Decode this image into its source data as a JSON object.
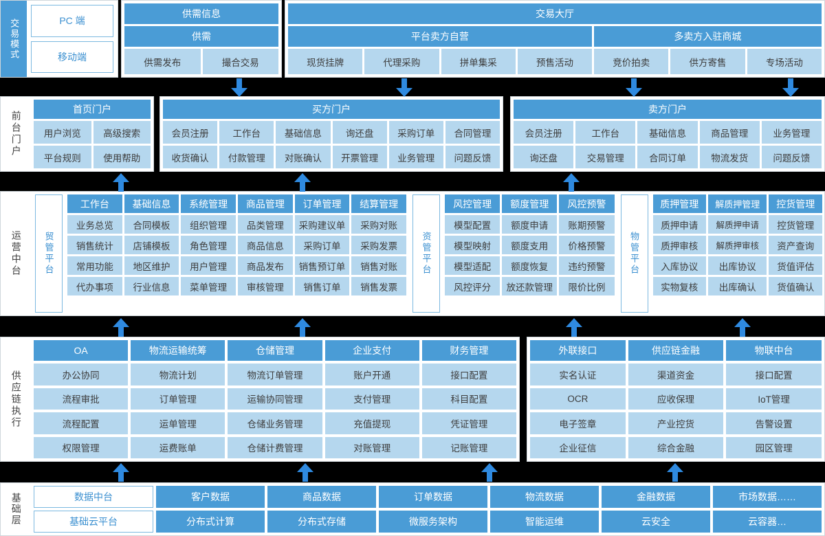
{
  "colors": {
    "header_blue": "#4a9cd6",
    "cell_blue": "#b5d7ee",
    "arrow_blue": "#2f8ae0",
    "label_text": "#3f3f3f"
  },
  "row_trade_mode": {
    "side_label": "交易模式",
    "devices": [
      "PC 端",
      "移动端"
    ],
    "supply_demand": {
      "title": "供需信息",
      "subtitle": "供需",
      "items": [
        "供需发布",
        "撮合交易"
      ]
    },
    "trade_hall": {
      "title": "交易大厅",
      "subtitles": [
        "平台卖方自营",
        "多卖方入驻商城"
      ],
      "items": [
        "现货挂牌",
        "代理采购",
        "拼单集采",
        "预售活动",
        "竞价拍卖",
        "供方寄售",
        "专场活动"
      ]
    }
  },
  "row_front_portal": {
    "side_label": "前台门户",
    "portals": [
      {
        "title": "首页门户",
        "items": [
          "用户浏览",
          "高级搜索",
          "平台规则",
          "使用帮助"
        ],
        "cols": 2
      },
      {
        "title": "买方门户",
        "items": [
          "会员注册",
          "工作台",
          "基础信息",
          "询还盘",
          "采购订单",
          "合同管理",
          "收货确认",
          "付款管理",
          "对账确认",
          "开票管理",
          "业务管理",
          "问题反馈"
        ],
        "cols": 6
      },
      {
        "title": "卖方门户",
        "items": [
          "会员注册",
          "工作台",
          "基础信息",
          "商品管理",
          "业务管理",
          "询还盘",
          "交易管理",
          "合同订单",
          "物流发货",
          "问题反馈"
        ],
        "cols": 5
      }
    ]
  },
  "row_operation_center": {
    "side_label": "运营中台",
    "groups": [
      {
        "platform_label": "贸管平台",
        "columns": [
          {
            "header": "工作台",
            "items": [
              "业务总览",
              "销售统计",
              "常用功能",
              "代办事项"
            ]
          },
          {
            "header": "基础信息",
            "items": [
              "合同模板",
              "店铺模板",
              "地区维护",
              "行业信息"
            ]
          },
          {
            "header": "系统管理",
            "items": [
              "组织管理",
              "角色管理",
              "用户管理",
              "菜单管理"
            ]
          },
          {
            "header": "商品管理",
            "items": [
              "品类管理",
              "商品信息",
              "商品发布",
              "审核管理"
            ]
          },
          {
            "header": "订单管理",
            "items": [
              "采购建议单",
              "采购订单",
              "销售预订单",
              "销售订单"
            ]
          },
          {
            "header": "结算管理",
            "items": [
              "采购对账",
              "采购发票",
              "销售对账",
              "销售发票"
            ]
          }
        ]
      },
      {
        "platform_label": "资管平台",
        "columns": [
          {
            "header": "风控管理",
            "items": [
              "模型配置",
              "模型映射",
              "模型适配",
              "风控评分"
            ]
          },
          {
            "header": "额度管理",
            "items": [
              "额度申请",
              "额度支用",
              "额度恢复",
              "放还款管理"
            ]
          },
          {
            "header": "风控预警",
            "items": [
              "账期预警",
              "价格预警",
              "违约预警",
              "限价比例"
            ]
          }
        ]
      },
      {
        "platform_label": "物管平台",
        "columns": [
          {
            "header": "质押管理",
            "items": [
              "质押申请",
              "质押审核",
              "入库协议",
              "实物复核"
            ]
          },
          {
            "header": "解质押管理",
            "items": [
              "解质押申请",
              "解质押审核",
              "出库协议",
              "出库确认"
            ]
          },
          {
            "header": "控货管理",
            "items": [
              "控货管理",
              "资产查询",
              "货值评估",
              "货值确认"
            ]
          }
        ]
      }
    ]
  },
  "row_supply_chain": {
    "side_label": "供应链执行",
    "groups": [
      {
        "columns": [
          {
            "header": "OA",
            "items": [
              "办公协同",
              "流程审批",
              "流程配置",
              "权限管理"
            ]
          },
          {
            "header": "物流运输统筹",
            "items": [
              "物流计划",
              "订单管理",
              "运单管理",
              "运费账单"
            ]
          },
          {
            "header": "仓储管理",
            "items": [
              "物流订单管理",
              "运输协同管理",
              "仓储业务管理",
              "仓储计费管理"
            ]
          },
          {
            "header": "企业支付",
            "items": [
              "账户开通",
              "支付管理",
              "充值提现",
              "对账管理"
            ]
          },
          {
            "header": "财务管理",
            "items": [
              "接口配置",
              "科目配置",
              "凭证管理",
              "记账管理"
            ]
          }
        ]
      },
      {
        "columns": [
          {
            "header": "外联接口",
            "items": [
              "实名认证",
              "OCR",
              "电子签章",
              "企业征信"
            ]
          },
          {
            "header": "供应链金融",
            "items": [
              "渠道资金",
              "应收保理",
              "产业控货",
              "综合金融"
            ]
          },
          {
            "header": "物联中台",
            "items": [
              "接口配置",
              "IoT管理",
              "告警设置",
              "园区管理"
            ]
          }
        ]
      }
    ]
  },
  "row_base_layer": {
    "side_label": "基础层",
    "rows": [
      {
        "label": "数据中台",
        "items": [
          "客户数据",
          "商品数据",
          "订单数据",
          "物流数据",
          "金融数据",
          "市场数据……"
        ]
      },
      {
        "label": "基础云平台",
        "items": [
          "分布式计算",
          "分布式存储",
          "微服务架构",
          "智能运维",
          "云安全",
          "云容器…"
        ]
      }
    ]
  },
  "arrows": {
    "down_between_row1_row2": [
      348,
      588,
      922,
      1150
    ],
    "up_between_row2_row3": [
      176,
      440,
      831
    ],
    "up_between_row3_row4": [
      176,
      440,
      835,
      1080
    ],
    "up_between_row4_row5": [
      176,
      444,
      712,
      982
    ]
  }
}
